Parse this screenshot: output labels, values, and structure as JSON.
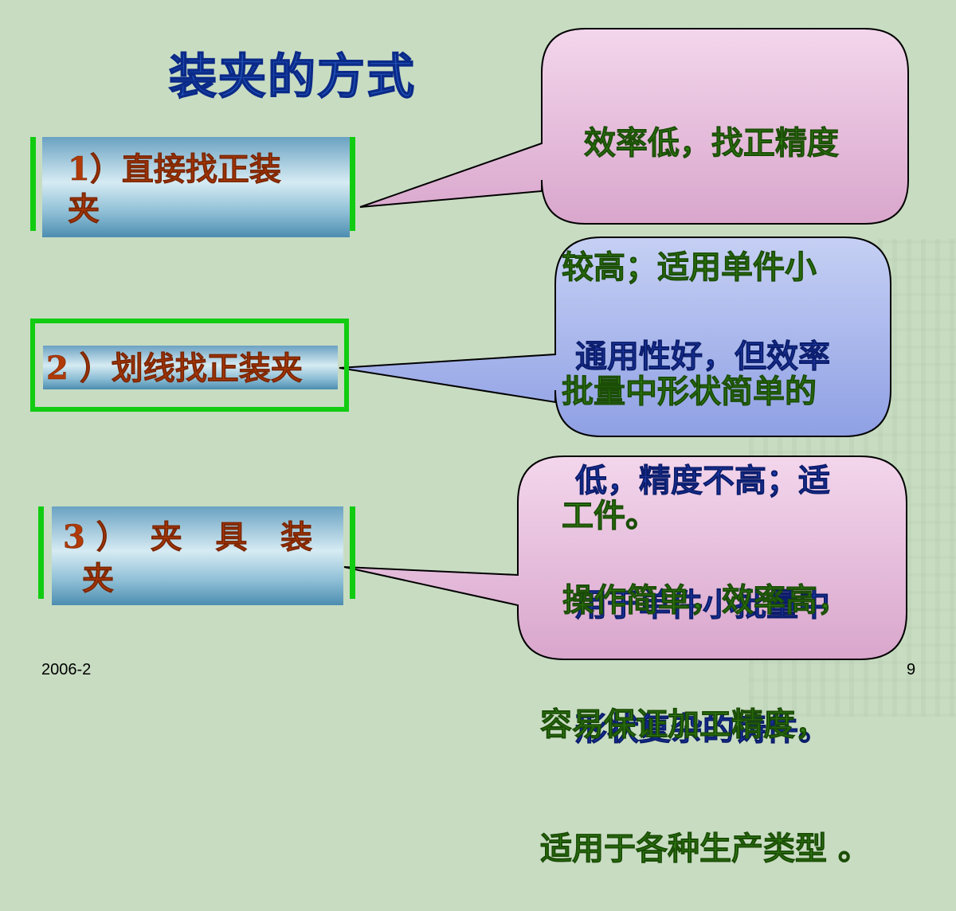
{
  "title": "装夹的方式",
  "items": [
    {
      "line1": "1）直接找正装",
      "line2": "夹"
    },
    {
      "line1": "2 ）划线找正装夹"
    },
    {
      "line1": "3 ）  夹   具   装",
      "line2": "夹"
    }
  ],
  "callouts": [
    {
      "lines": [
        "  效率低，找正精度",
        "较高；适用单件小",
        "批量中形状简单的",
        "工件。"
      ]
    },
    {
      "lines": [
        "通用性好，但效率",
        "低，精度不高；适",
        "用于单件小批量中",
        "形状复杂的铸件。"
      ]
    },
    {
      "lines": [
        "  操作简单，效率高，",
        "容易保证加工精度，",
        "适用于各种生产类型 。"
      ]
    }
  ],
  "footer": {
    "date": "2006-2",
    "page": "9"
  },
  "colors": {
    "background": "#c8dcc2",
    "title": "#2255bb",
    "item_text": "#b03a08",
    "item_border": "#11cc11",
    "callout_pink": "#e2b8d8",
    "callout_blue": "#aab8ee",
    "green_text": "#2f7f12",
    "blue_text": "#1d3aa8"
  }
}
